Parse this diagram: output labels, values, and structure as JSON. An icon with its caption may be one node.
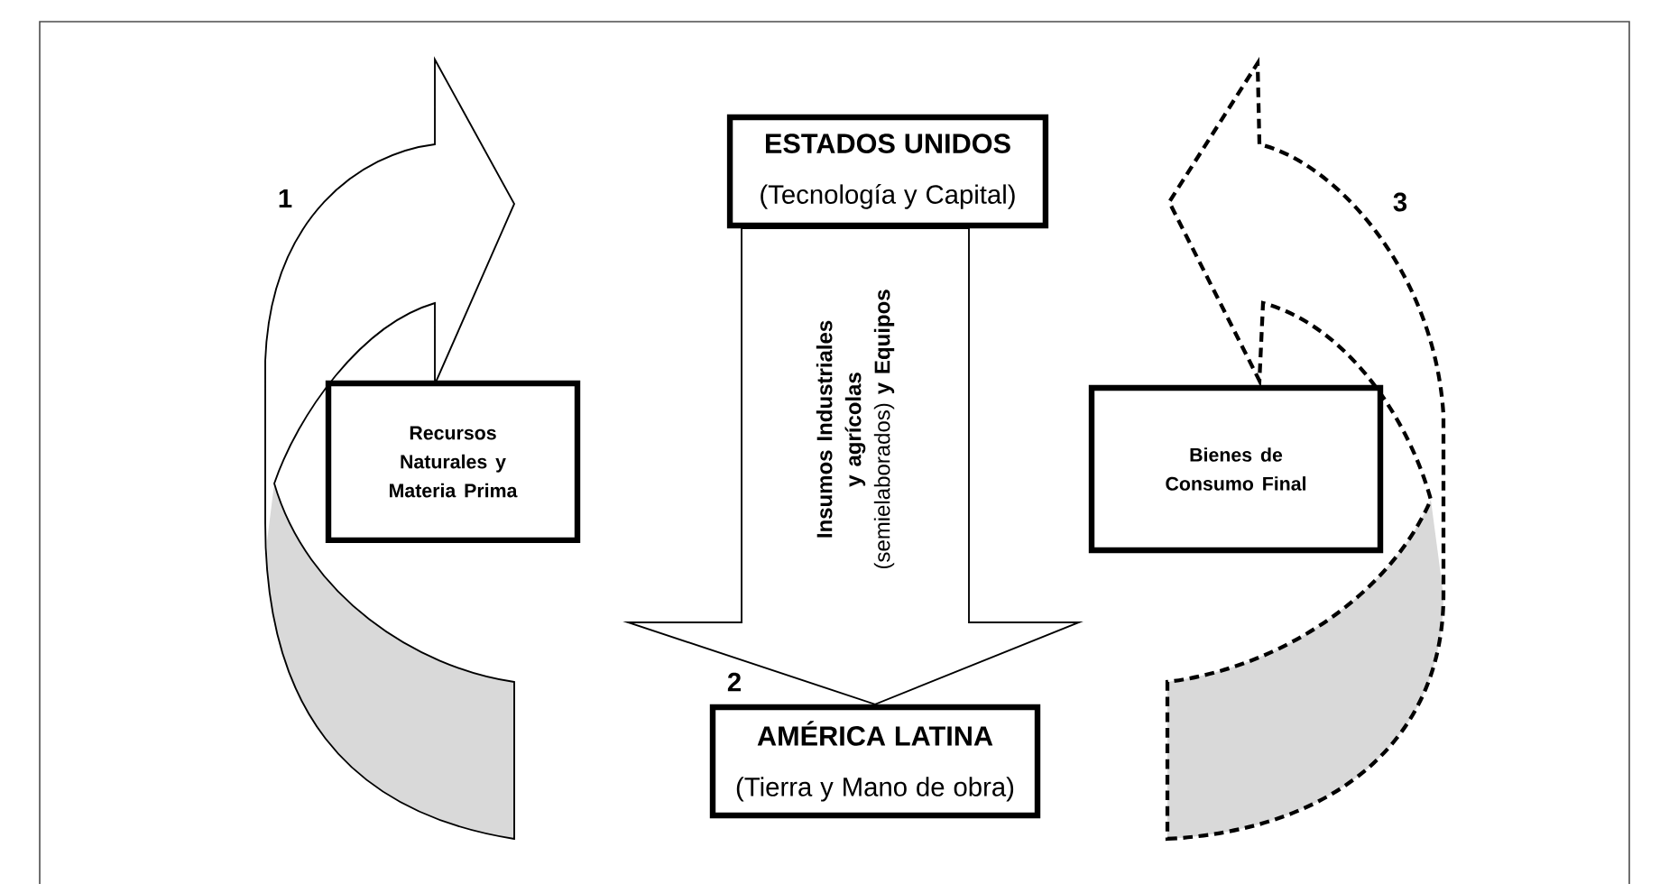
{
  "diagram": {
    "nodes": [
      {
        "text": [
          "ESTADOS UNIDOS",
          "(Tecnología y Capital)"
        ]
      },
      {
        "text": [
          "AMÉRICA LATINA",
          "(Tierra y Mano de obra)"
        ]
      },
      {
        "text": [
          "Recursos Naturales y Materia Prima"
        ]
      },
      {
        "text": [
          "Bienes de Consumo Final"
        ]
      },
      {
        "text": [],
        "shape": "arrow"
      },
      {
        "text": [],
        "shape": "arrow"
      }
    ],
    "edges": [
      {
        "from": 0,
        "to": 1,
        "arrow": "to",
        "label": "**Insumos Industriales y agrícolas** (semielaborados) **y Equipos**"
      }
    ],
    "labels": [
      "1",
      "3",
      "2"
    ]
  }
}
